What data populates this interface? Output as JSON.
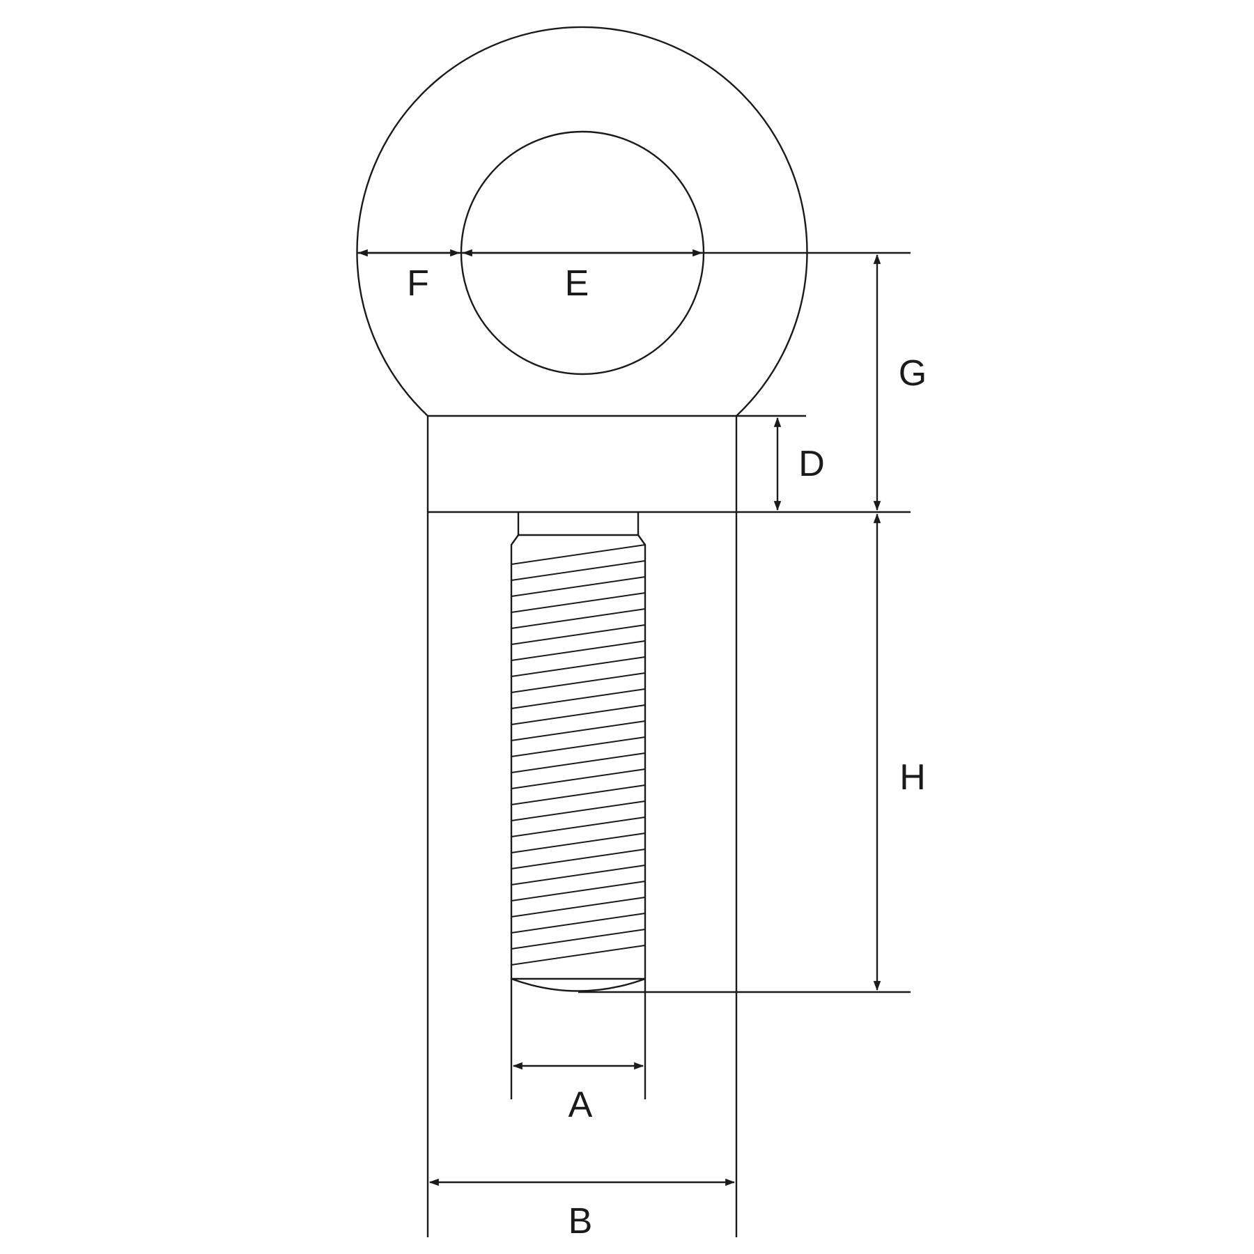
{
  "labels": {
    "A": "A",
    "B": "B",
    "D": "D",
    "E": "E",
    "F": "F",
    "G": "G",
    "H": "H"
  },
  "colors": {
    "line": "#1a1a1a",
    "background": "#ffffff"
  }
}
